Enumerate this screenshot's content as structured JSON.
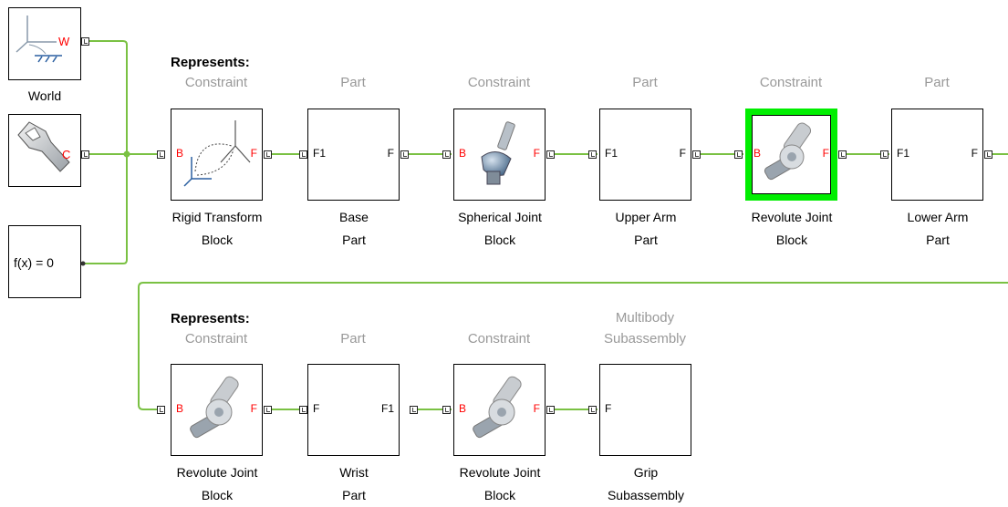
{
  "colors": {
    "wire": "#7ac143",
    "selected": "#00ee00",
    "header": "#999999",
    "port_red": "#ff0000"
  },
  "left_blocks": {
    "world": {
      "caption": "World",
      "port": "W",
      "icon": "world-frame-icon"
    },
    "config": {
      "port": "C",
      "icon": "wrench-icon"
    },
    "solver": {
      "text": "f(x) = 0"
    }
  },
  "row1": {
    "represents": "Represents:",
    "headers": [
      "Constraint",
      "Part",
      "Constraint",
      "Part",
      "Constraint",
      "Part"
    ],
    "blocks": [
      {
        "left_port": "B",
        "right_port": "F",
        "icon": "frame-transform-icon",
        "caption1": "Rigid Transform",
        "caption2": "Block"
      },
      {
        "left_port": "F1",
        "right_port": "F",
        "icon": "",
        "caption1": "Base",
        "caption2": "Part"
      },
      {
        "left_port": "B",
        "right_port": "F",
        "icon": "spherical-joint-icon",
        "caption1": "Spherical Joint",
        "caption2": "Block"
      },
      {
        "left_port": "F1",
        "right_port": "F",
        "icon": "",
        "caption1": "Upper Arm",
        "caption2": "Part"
      },
      {
        "left_port": "B",
        "right_port": "F",
        "icon": "revolute-joint-icon",
        "caption1": "Revolute Joint",
        "caption2": "Block",
        "selected": true
      },
      {
        "left_port": "F1",
        "right_port": "F",
        "icon": "",
        "caption1": "Lower Arm",
        "caption2": "Part"
      }
    ]
  },
  "row2": {
    "represents": "Represents:",
    "headers": [
      "Constraint",
      "Part",
      "Constraint",
      "Multibody"
    ],
    "header4_line2": "Subassembly",
    "blocks": [
      {
        "left_port": "B",
        "right_port": "F",
        "icon": "revolute-joint-icon",
        "caption1": "Revolute Joint",
        "caption2": "Block"
      },
      {
        "left_port": "F",
        "right_port": "F1",
        "icon": "",
        "caption1": "Wrist",
        "caption2": "Part"
      },
      {
        "left_port": "B",
        "right_port": "F",
        "icon": "revolute-joint-icon",
        "caption1": "Revolute Joint",
        "caption2": "Block"
      },
      {
        "left_port": "F",
        "right_port": "",
        "icon": "",
        "caption1": "Grip",
        "caption2": "Subassembly"
      }
    ]
  }
}
